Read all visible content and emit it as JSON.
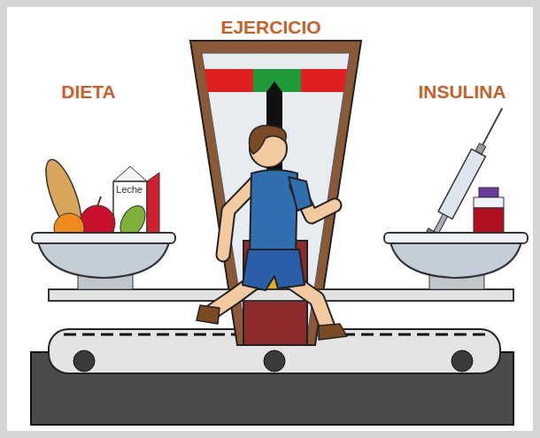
{
  "diagram": {
    "labels": [
      "EJERCICIO",
      "DIETA",
      "INSULINA",
      "Leche"
    ]
  }
}
